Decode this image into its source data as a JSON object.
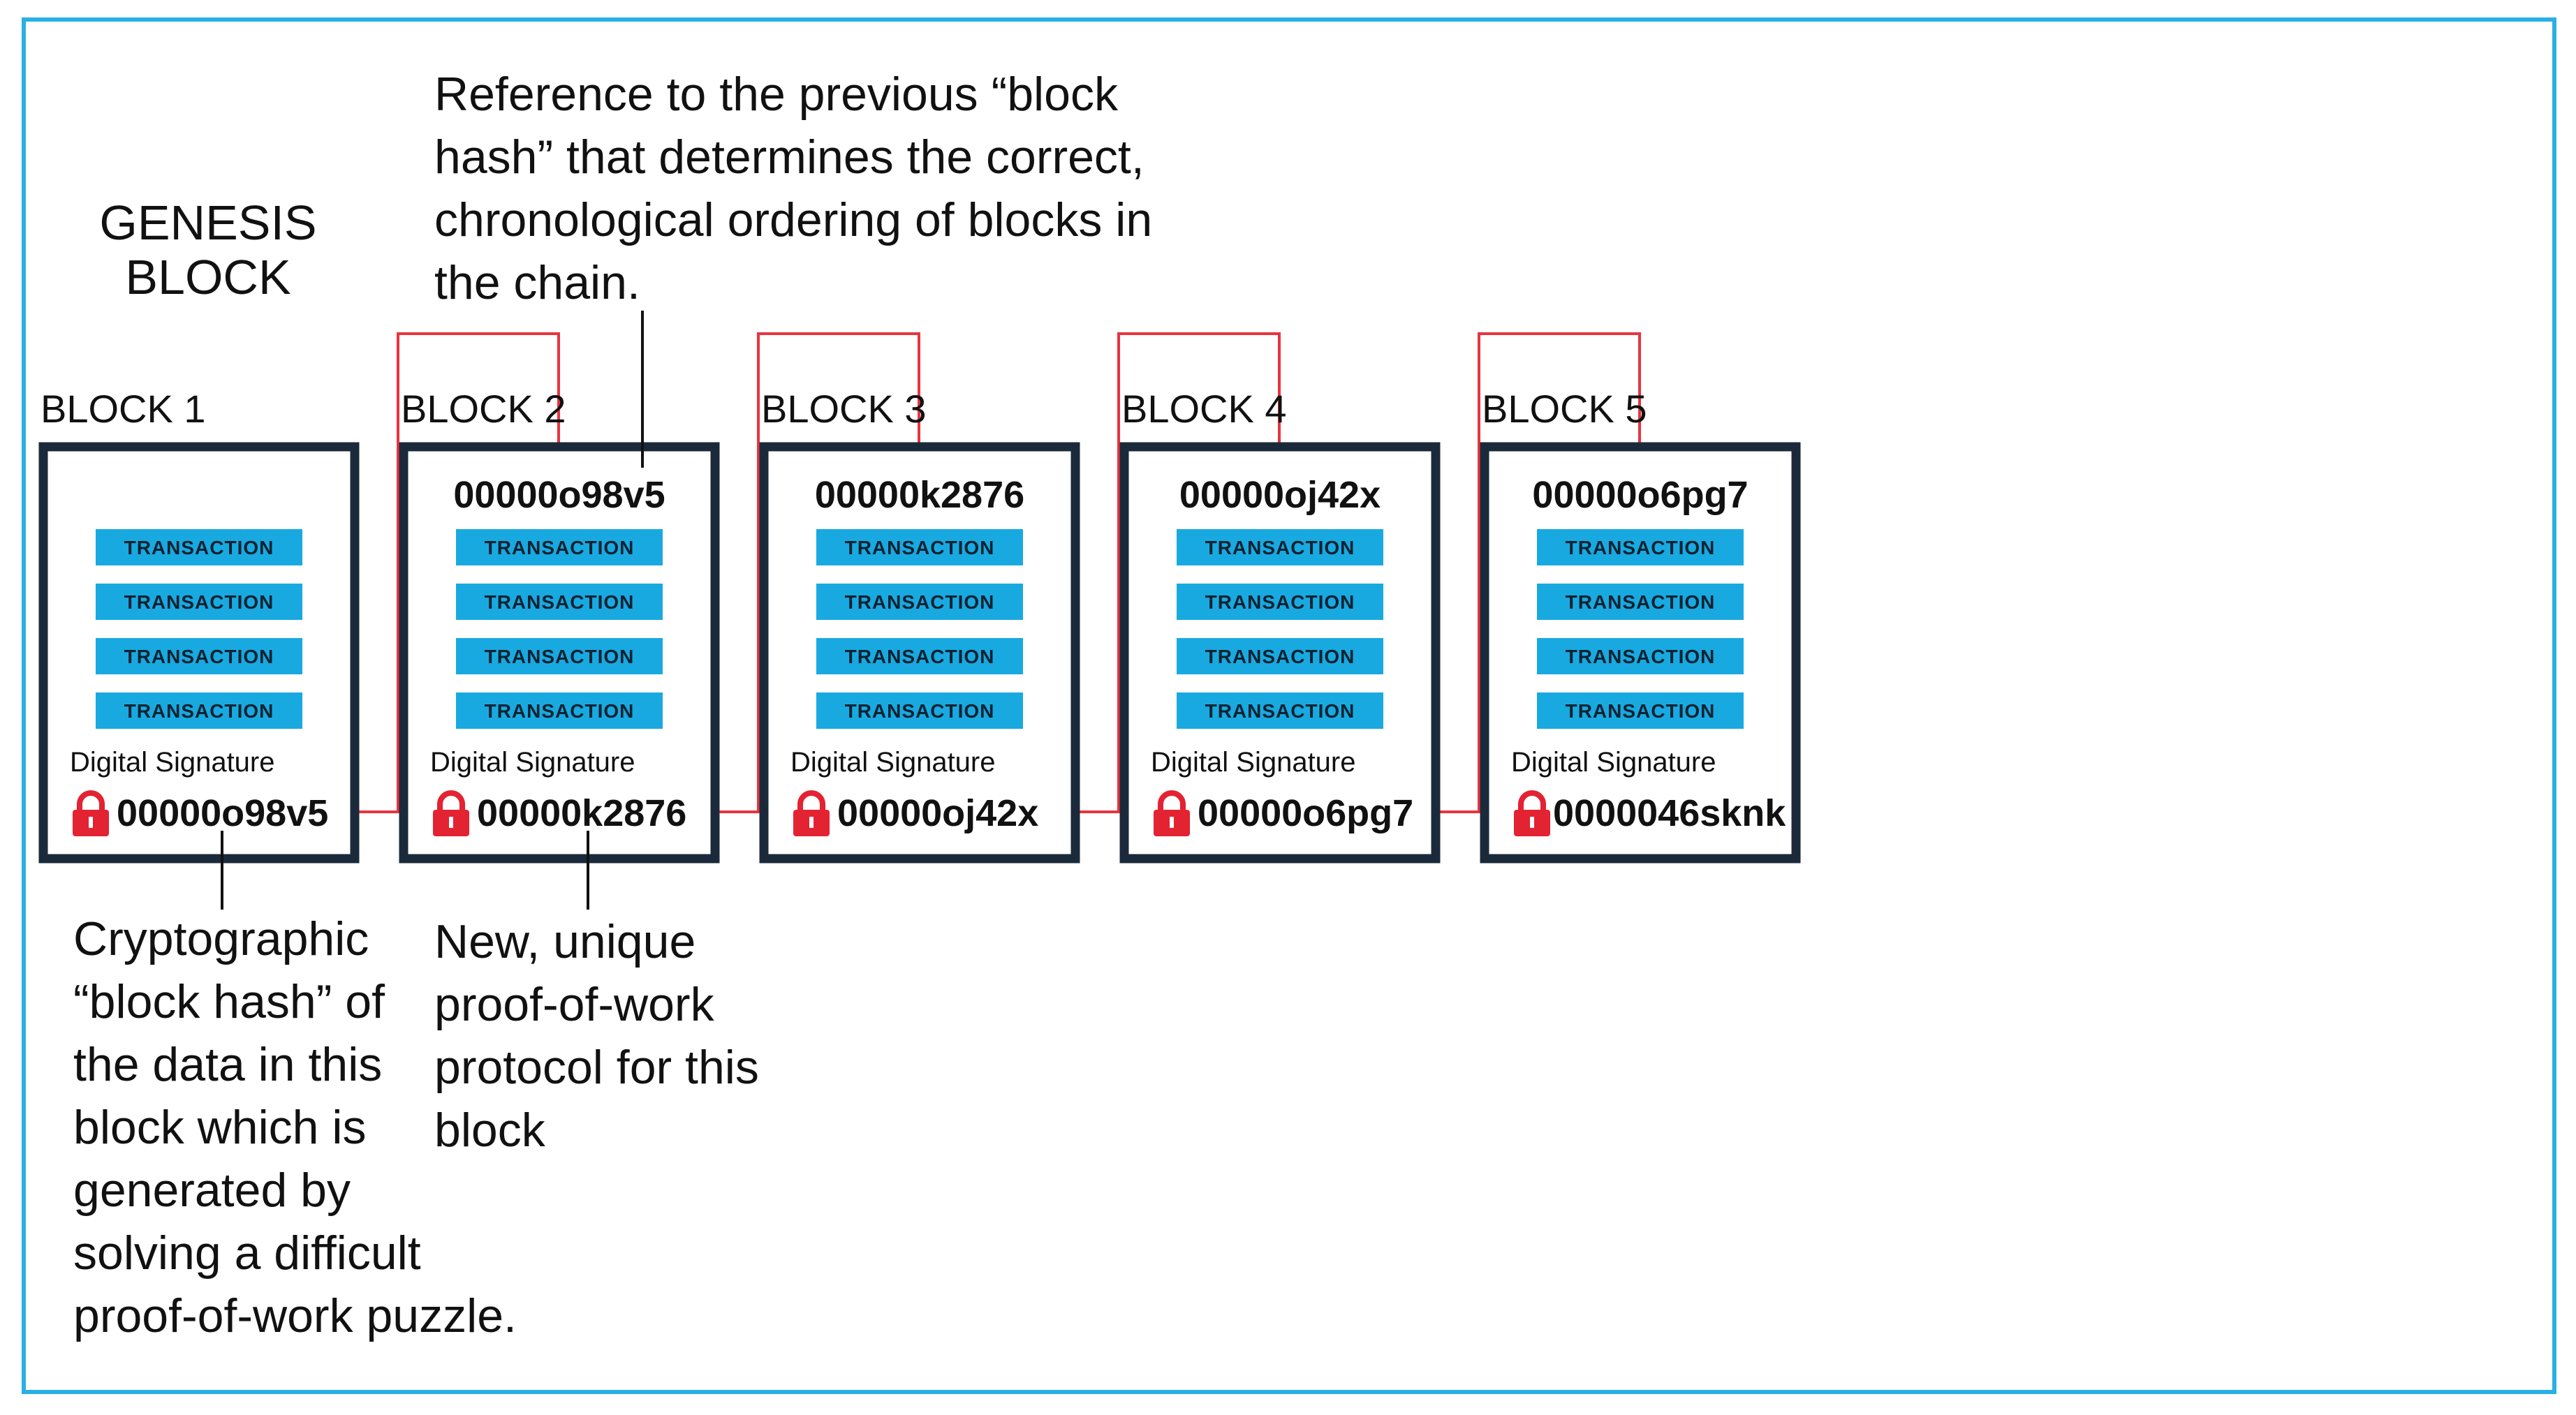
{
  "genesis_label": [
    "GENESIS",
    "BLOCK"
  ],
  "block_title_prefix": "BLOCK",
  "transaction_label": "TRANSACTION",
  "signature_label": "Digital Signature",
  "lock_icon": "padlock-icon",
  "colors": {
    "frame_border": "#2ab0e2",
    "block_border": "#1b2a3a",
    "transaction_fill": "#19a9e1",
    "transaction_text": "#0b2230",
    "link_line": "#e8343f",
    "lock": "#e32232",
    "text": "#111111"
  },
  "blocks": [
    {
      "number": "1",
      "prev_hash": "",
      "hash": "00000o98v5"
    },
    {
      "number": "2",
      "prev_hash": "00000o98v5",
      "hash": "00000k2876"
    },
    {
      "number": "3",
      "prev_hash": "00000k2876",
      "hash": "00000oj42x"
    },
    {
      "number": "4",
      "prev_hash": "00000oj42x",
      "hash": "00000o6pg7"
    },
    {
      "number": "5",
      "prev_hash": "00000o6pg7",
      "hash": "0000046sknk"
    }
  ],
  "transactions_per_block": 4,
  "annotations": {
    "previous_hash": [
      "Reference to the previous “block",
      "hash” that determines the correct,",
      "chronological ordering of blocks in",
      "the chain."
    ],
    "block_hash": [
      "Cryptographic",
      "“block hash” of",
      "the data in this",
      "block which is",
      "generated by",
      "solving a difficult",
      "proof-of-work puzzle."
    ],
    "proof_of_work": [
      "New, unique",
      "proof-of-work",
      "protocol for this",
      "block"
    ]
  }
}
